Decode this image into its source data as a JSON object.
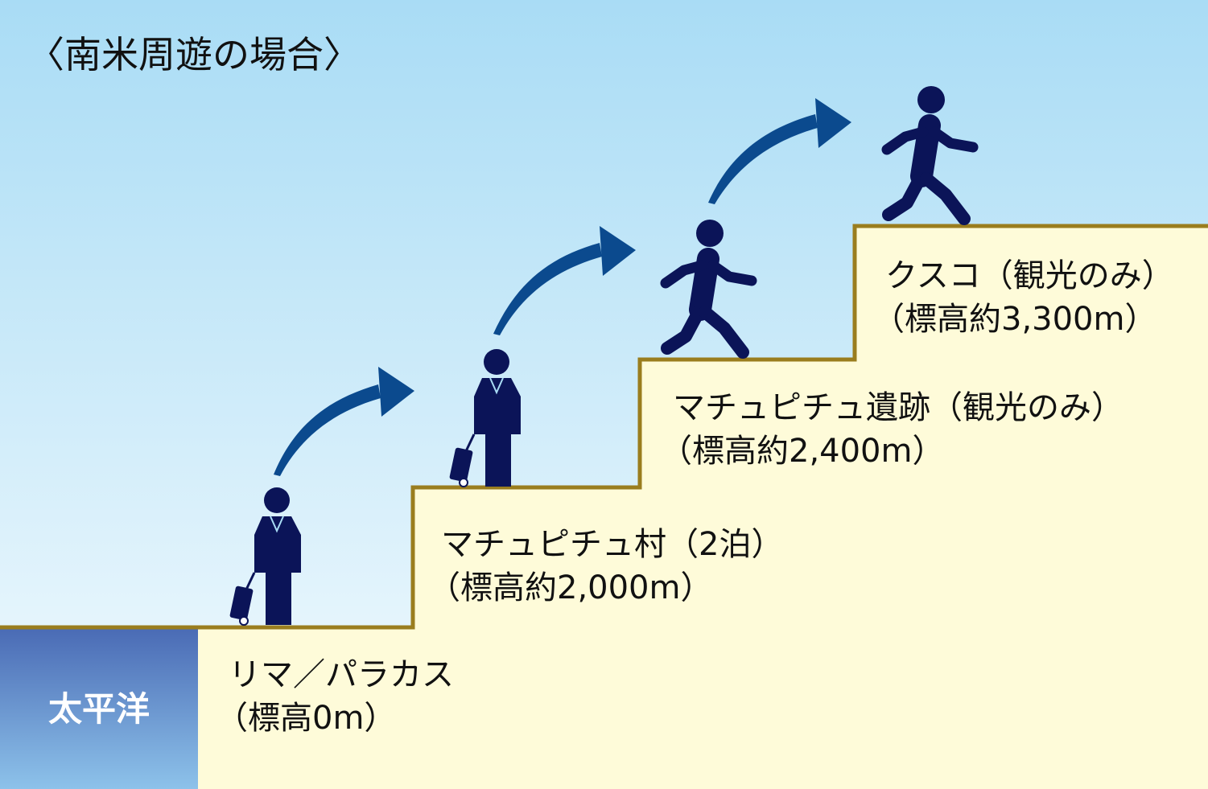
{
  "title": "〈南米周遊の場合〉",
  "ocean": {
    "label": "太平洋"
  },
  "steps": [
    {
      "name": "リマ／パラカス",
      "elevation": "（標高0m）"
    },
    {
      "name": "マチュピチュ村（2泊）",
      "elevation": "（標高約2,000m）"
    },
    {
      "name": "マチュピチュ遺跡（観光のみ）",
      "elevation": "（標高約2,400m）"
    },
    {
      "name": "クスコ（観光のみ）",
      "elevation": "（標高約3,300m）"
    }
  ],
  "colors": {
    "sky_top": "#a9dcf5",
    "sky_bottom": "#f4fbfe",
    "step_fill": "#fefbd9",
    "step_outline": "#9a7d1e",
    "ocean_top": "#4a6bb5",
    "ocean_bottom": "#8dc2ea",
    "figure": "#0b1458",
    "arrow": "#0b4a8e"
  },
  "icons": [
    "traveler-with-suitcase-icon",
    "traveler-with-suitcase-icon",
    "walking-person-icon",
    "walking-person-icon"
  ]
}
